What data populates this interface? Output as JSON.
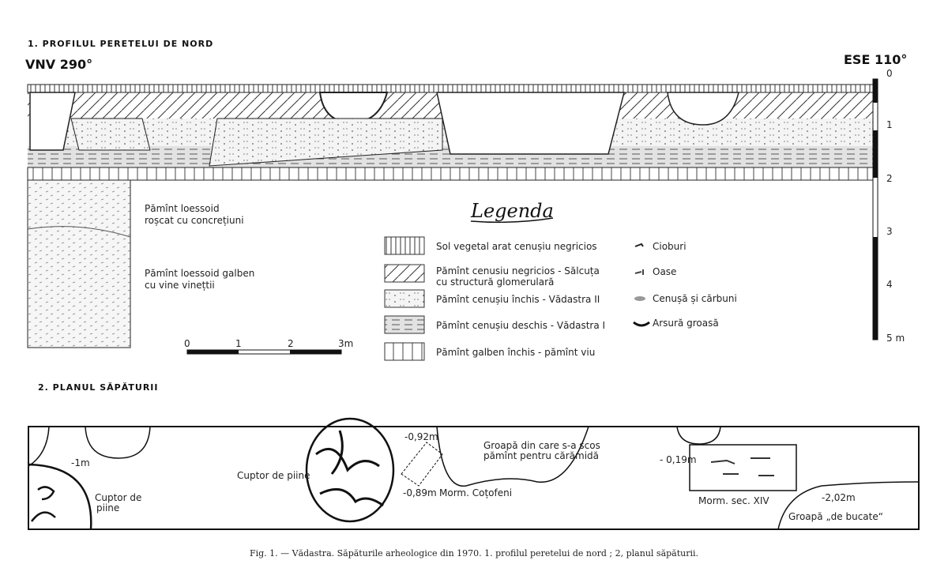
{
  "profile": {
    "heading": "1. PROFILUL PERETELUI DE NORD",
    "west_label": "VNV 290°",
    "east_label": "ESE 110°",
    "depth_ticks": [
      "0",
      "1",
      "2",
      "3",
      "4",
      "5 m"
    ],
    "soil_red": [
      "Pămînt loessoid",
      "roșcat cu concrețiuni"
    ],
    "soil_yellow": [
      "Pămînt loessoid galben",
      "cu vine vinețtii"
    ]
  },
  "legend": {
    "title": "Legenda",
    "layers": [
      {
        "label": "Sol vegetal arat cenușiu negricios",
        "pattern": "vertical"
      },
      {
        "label": "Pămînt cenusiu negricios - Sălcuța",
        "label2": "cu structură glomerulară",
        "pattern": "diagonal"
      },
      {
        "label": "Pămînt cenușiu închis - Vădastra II",
        "pattern": "dotted"
      },
      {
        "label": "Pămînt cenușiu deschis - Vădastra I",
        "pattern": "dashed"
      },
      {
        "label": "Pămînt galben închis - pămînt viu",
        "pattern": "vertical-wide"
      }
    ],
    "symbols": [
      "Cioburi",
      "Oase",
      "Cenușă și cărbuni",
      "Arsură groasă"
    ]
  },
  "scale": {
    "ticks": [
      "0",
      "1",
      "2",
      "3m"
    ]
  },
  "plan": {
    "heading": "2. PLANUL SĂPĂTURII",
    "labels": {
      "depth_1": "-1m",
      "oven_1": [
        "Cuptor de",
        "piine"
      ],
      "oven_2": "Cuptor de piine",
      "depth_092": "-0,92m",
      "depth_089": "-0,89m",
      "grave_cotofeni": "Morm. Coțofeni",
      "pit_clay": [
        "Groapă din care s-a scos",
        "pămînt pentru cărămidă"
      ],
      "depth_019": "- 0,19m",
      "grave_xiv": "Morm. sec. XIV",
      "depth_202": "-2,02m",
      "pit_cook": "Groapă „de bucate“"
    }
  },
  "caption": "Fig. 1. — Vădastra. Săpăturile arheologice din 1970. 1. profilul peretelui de nord ; 2, planul săpăturii."
}
